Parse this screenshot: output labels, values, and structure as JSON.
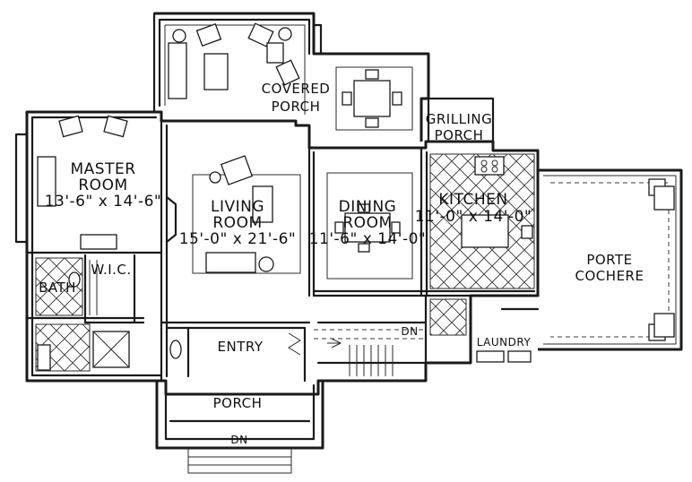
{
  "rooms": {
    "covered_porch": [
      "COVERED",
      "PORCH"
    ],
    "grilling_porch": [
      "GRILLING",
      "PORCH"
    ],
    "master_room": [
      "MASTER",
      "ROOM",
      "13'-6\" x 14'-6\""
    ],
    "living_room": [
      "LIVING",
      "ROOM",
      "15'-0\" x 21'-6\""
    ],
    "dining_room": [
      "DINING",
      "ROOM",
      "11'-6\" x 14'-0\""
    ],
    "kitchen": [
      "KITCHEN",
      "11'-0\" x 14'-0\""
    ],
    "porte_cochere": [
      "PORTE",
      "COCHERE"
    ],
    "bath": "BATH",
    "wic": "W.I.C.",
    "entry": "ENTRY",
    "porch": "PORCH",
    "laundry": "LAUNDRY"
  },
  "stairs": {
    "down_label_porch": "DN",
    "down_label_stair": "DN"
  }
}
